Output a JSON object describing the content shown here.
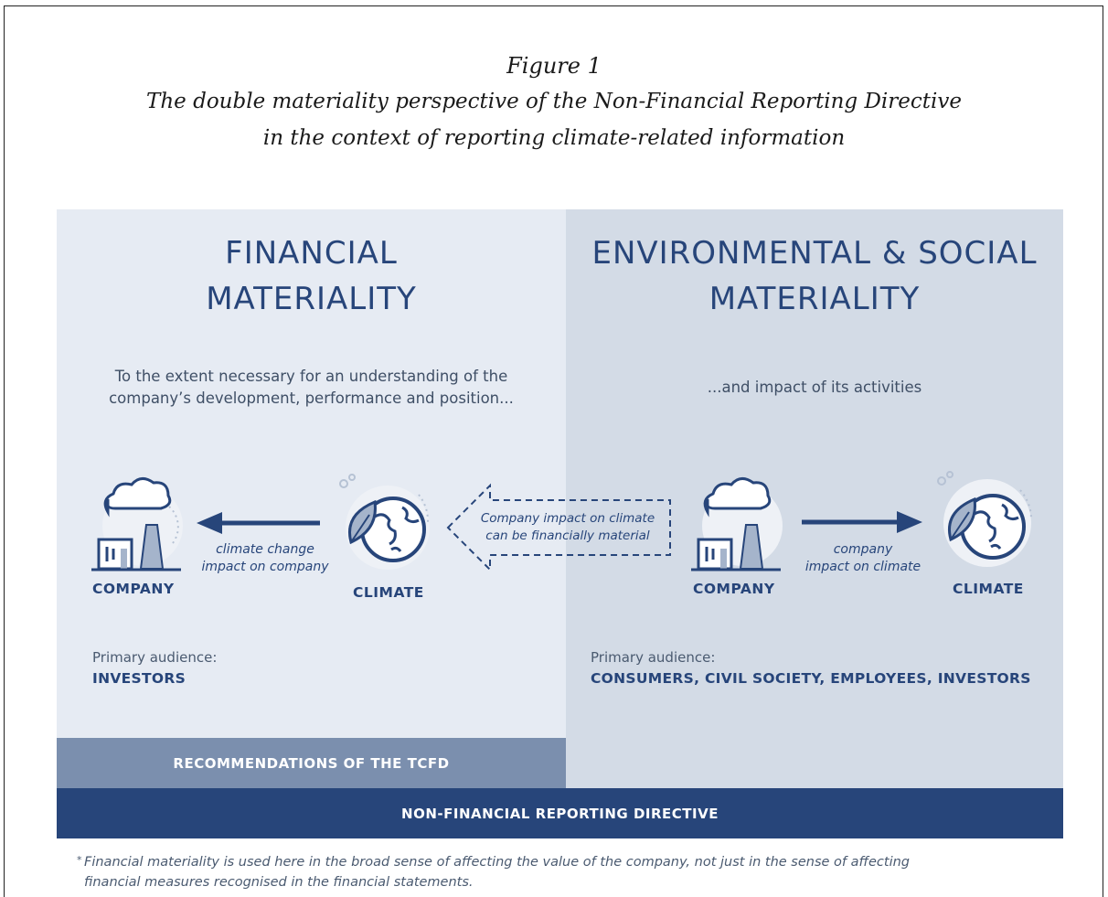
{
  "figure": {
    "label": "Figure 1",
    "title_line1": "The double materiality perspective of the Non-Financial Reporting Directive",
    "title_line2": "in the context of reporting climate-related information"
  },
  "left_panel": {
    "heading_line1": "FINANCIAL",
    "heading_line2": "MATERIALITY",
    "desc_line1": "To the extent necessary for an understanding of the",
    "desc_line2": "company’s development, performance and position...",
    "company_label": "COMPANY",
    "climate_label": "CLIMATE",
    "arrow_label_line1": "climate change",
    "arrow_label_line2": "impact on company",
    "audience_label": "Primary audience:",
    "audience_value": "INVESTORS"
  },
  "right_panel": {
    "heading_line1": "ENVIRONMENTAL & SOCIAL",
    "heading_line2": "MATERIALITY",
    "desc_line1": "...and impact of its activities",
    "company_label": "COMPANY",
    "climate_label": "CLIMATE",
    "arrow_label_line1": "company",
    "arrow_label_line2": "impact on climate",
    "audience_label": "Primary audience:",
    "audience_value": "CONSUMERS, CIVIL SOCIETY, EMPLOYEES, INVESTORS"
  },
  "center_callout": {
    "line1": "Company impact on climate",
    "line2": "can be financially material"
  },
  "bars": {
    "tcfd": "RECOMMENDATIONS OF THE TCFD",
    "nfrd": "NON-FINANCIAL REPORTING DIRECTIVE"
  },
  "footnote": {
    "marker": "*",
    "line1": "Financial materiality is used here in the broad sense of affecting the value of the company, not just in the sense of affecting",
    "line2": "financial measures recognised in the financial statements."
  },
  "colors": {
    "navy": "#27457a",
    "left_panel_bg": "#e6ebf3",
    "right_panel_bg": "#d3dbe6",
    "tcfd_bar": "#7b8fae",
    "nfrd_bar": "#27457a",
    "icon_circle": "#eef1f6",
    "icon_fill": "#a5b4cb"
  },
  "icons": [
    "factory-icon",
    "globe-leaf-icon",
    "arrow-left-icon",
    "arrow-right-icon",
    "dashed-arrow-left-icon"
  ]
}
